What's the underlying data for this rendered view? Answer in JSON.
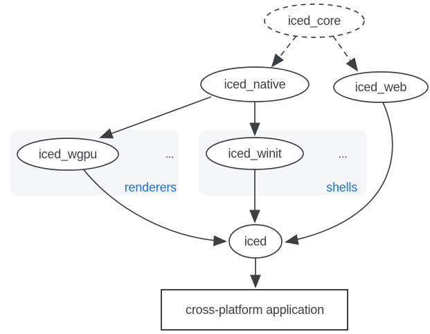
{
  "colors": {
    "background": "#ffffff",
    "stroke": "#3c4043",
    "text": "#3c4043",
    "accent": "#1a73e8",
    "group_bg": "#f4f6f8",
    "node_fill": "#ffffff"
  },
  "diagram": {
    "nodes": {
      "core": {
        "label": "iced_core"
      },
      "native": {
        "label": "iced_native"
      },
      "web": {
        "label": "iced_web"
      },
      "wgpu": {
        "label": "iced_wgpu"
      },
      "winit": {
        "label": "iced_winit"
      },
      "iced": {
        "label": "iced"
      },
      "app": {
        "label": "cross-platform application"
      }
    },
    "groups": {
      "renderers": {
        "label": "renderers",
        "ellipsis": "..."
      },
      "shells": {
        "label": "shells",
        "ellipsis": "..."
      }
    }
  }
}
